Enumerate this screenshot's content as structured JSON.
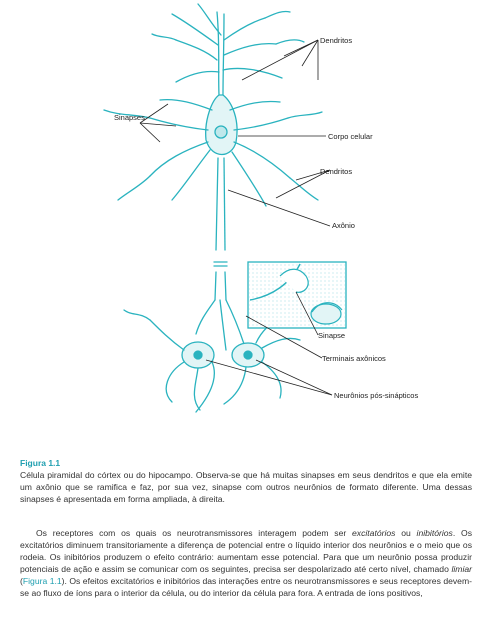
{
  "figure": {
    "labels": {
      "dendritos_top": "Dendritos",
      "sinapses": "Sinapses",
      "corpo_celular": "Corpo celular",
      "dendritos_mid": "Dendritos",
      "axonio": "Axônio",
      "sinapse": "Sinapse",
      "terminais": "Terminais axônicos",
      "neuronios": "Neurônios pós-sinápticos"
    },
    "colors": {
      "cell": "#2ab3bf",
      "cell_fill": "#e2f5f6",
      "line": "#222222"
    }
  },
  "caption": {
    "title": "Figura 1.1",
    "text": "Célula piramidal do córtex ou do hipocampo. Observa-se que há muitas sinapses em seus dendritos e que ela emite um axônio que se ramifica e faz, por sua vez, sinapse com outros neurônios de formato diferente. Uma dessas sinapses é apresentada em forma ampliada, à direita."
  },
  "body": {
    "p1_a": "Os receptores com os quais os neurotransmissores interagem podem ser ",
    "p1_em1": "excitatórios",
    "p1_b": " ou ",
    "p1_em2": "inibitórios",
    "p1_c": ". Os excitatórios diminuem transitoriamente a diferença de potencial entre o líquido interior dos neurônios e o meio que os rodeia. Os inibitórios produzem o efeito contrário: aumentam esse potencial. Para que um neurônio possa produzir potenciais de ação e assim se comunicar com os seguintes, precisa ser despolarizado até certo nível, chamado ",
    "p1_em3": "limiar",
    "p1_d": " (",
    "p1_ref": "Figura 1.1",
    "p1_e": "). Os efeitos excitatórios e inibitórios das interações entre os neurotransmissores e seus receptores devem-se ao fluxo de íons para o interior da célula, ou do interior da célula para fora. A entrada de íons positivos,"
  }
}
